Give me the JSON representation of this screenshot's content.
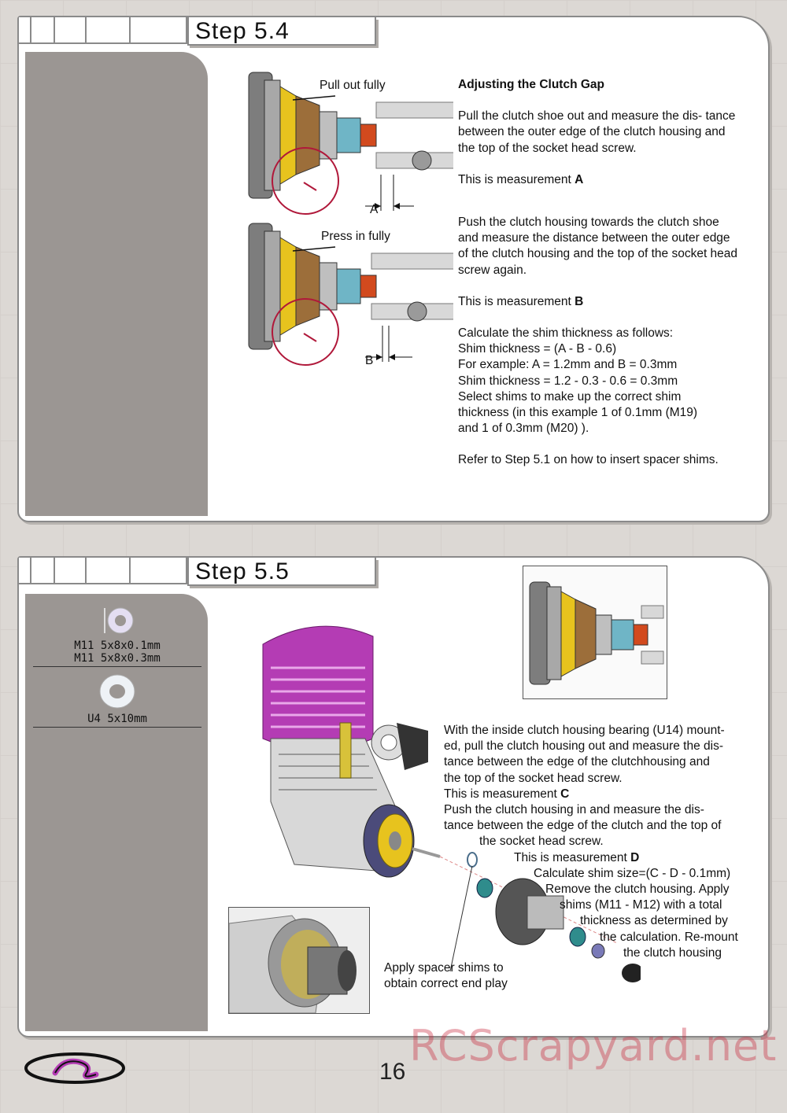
{
  "step54": {
    "title": "Step 5.4",
    "label_pull": "Pull out fully",
    "label_press": "Press in fully",
    "label_a": "A",
    "label_b": "B",
    "heading": "Adjusting the Clutch Gap",
    "para1": "Pull the clutch shoe out and measure the dis- tance between the outer edge of the clutch housing and the top of the socket head screw.",
    "meas_a_prefix": "This is measurement ",
    "meas_a_letter": "A",
    "para2": "Push the clutch housing towards the clutch shoe and measure the distance between the outer edge of the clutch housing and the top of the socket head screw again.",
    "meas_b_prefix": "This is measurement ",
    "meas_b_letter": "B",
    "calc_lines": [
      "Calculate the shim thickness as follows:",
      "Shim thickness = (A - B - 0.6)",
      "For example: A = 1.2mm and  B = 0.3mm",
      "Shim thickness = 1.2 - 0.3 - 0.6 = 0.3mm",
      "Select shims to make up the correct shim",
      "thickness (in this example 1 of 0.1mm (M19)",
      "and 1 of 0.3mm (M20) )."
    ],
    "refer": "Refer to Step 5.1 on how to insert spacer shims."
  },
  "step55": {
    "title": "Step 5.5",
    "shims": [
      {
        "line1": "M11  5x8x0.1mm",
        "line2": "M11  5x8x0.3mm"
      },
      {
        "line1": "U4  5x10mm"
      }
    ],
    "text_lines": [
      "With the inside clutch housing bearing (U14) mount-",
      "ed, pull the clutch housing out and measure the dis-",
      "tance between the edge of the clutchhousing and",
      "the top of the socket head screw.",
      "This is measurement ",
      "Push the clutch housing in and measure the dis-",
      "tance between the edge of the clutch and the top of",
      "the socket head screw.",
      "This is measurement ",
      "Calculate shim size=(C - D - 0.1mm)",
      "Remove the clutch housing. Apply",
      "shims (M11 - M12) with a total",
      "thickness as determined by",
      "the calculation. Re-mount",
      "the clutch housing"
    ],
    "meas_c": "C",
    "meas_d": "D",
    "callout_line1": "Apply spacer shims to",
    "callout_line2": "obtain correct end play"
  },
  "page_number": "16",
  "watermark": "RCScrapyard.net",
  "colors": {
    "sidebar": "#9b9693",
    "engine_head": "#b43cb4",
    "clutch_yellow": "#e7c31e",
    "circle_red": "#b0183a"
  }
}
